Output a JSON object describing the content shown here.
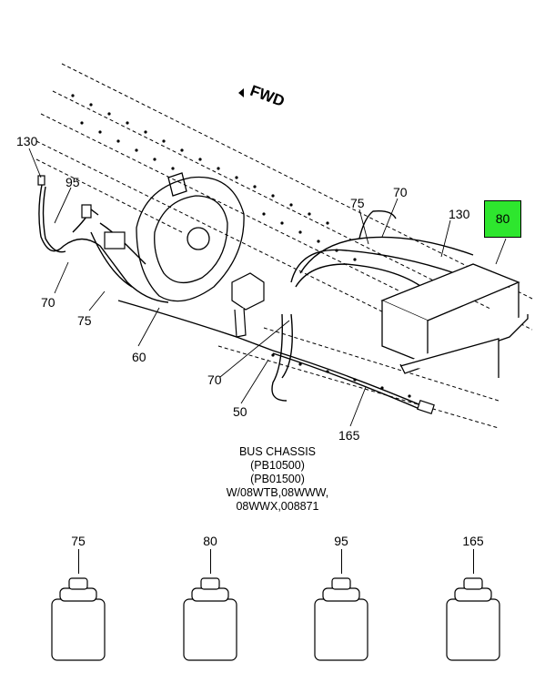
{
  "forward_marker": "FWD",
  "callouts": {
    "c130_left": "130",
    "c95": "95",
    "c70_left": "70",
    "c75_left": "75",
    "c60": "60",
    "c70_mid": "70",
    "c50": "50",
    "c165": "165",
    "c75_top": "75",
    "c70_top": "70",
    "c130_top": "130",
    "c80": "80"
  },
  "caption": [
    "BUS CHASSIS",
    "(PB10500)",
    "(PB01500)",
    "W/08WTB,08WWW,",
    "08WWX,008871"
  ],
  "parts": [
    {
      "label": "75"
    },
    {
      "label": "80"
    },
    {
      "label": "95"
    },
    {
      "label": "165"
    }
  ],
  "colors": {
    "highlight": "#2ee62e",
    "line": "#000000"
  }
}
